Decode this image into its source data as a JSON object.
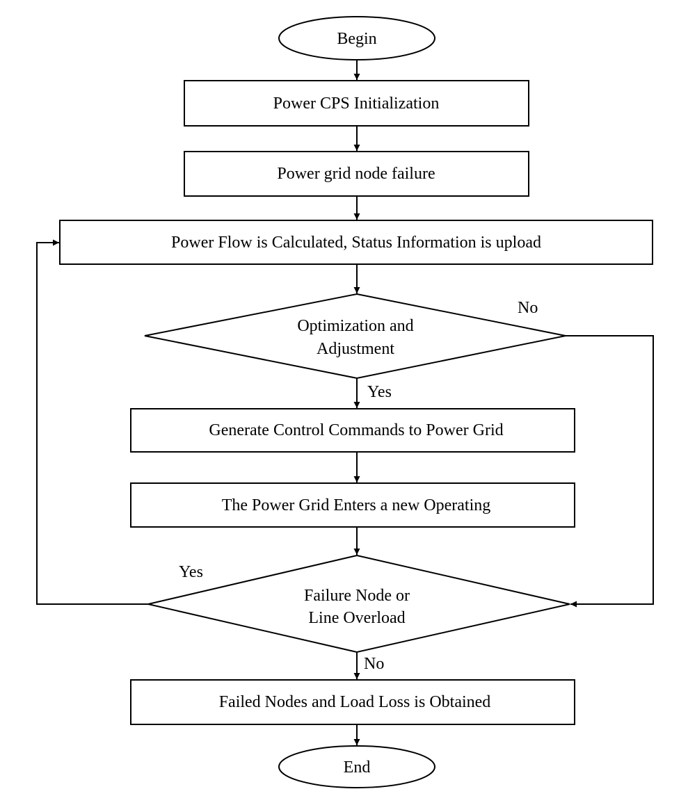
{
  "flowchart": {
    "begin": "Begin",
    "init": "Power CPS Initialization",
    "failure": "Power grid node failure",
    "powerflow": "Power Flow is Calculated, Status Information is upload",
    "optimization": [
      "Optimization and",
      "Adjustment"
    ],
    "generate": "Generate Control Commands to Power Grid",
    "enters": "The Power Grid Enters a new Operating",
    "overload": [
      "Failure Node or",
      "Line Overload"
    ],
    "failed_nodes": "Failed Nodes and Load Loss is Obtained",
    "end": "End",
    "labels": {
      "opt_no": "No",
      "opt_yes": "Yes",
      "ovl_yes": "Yes",
      "ovl_no": "No"
    }
  }
}
